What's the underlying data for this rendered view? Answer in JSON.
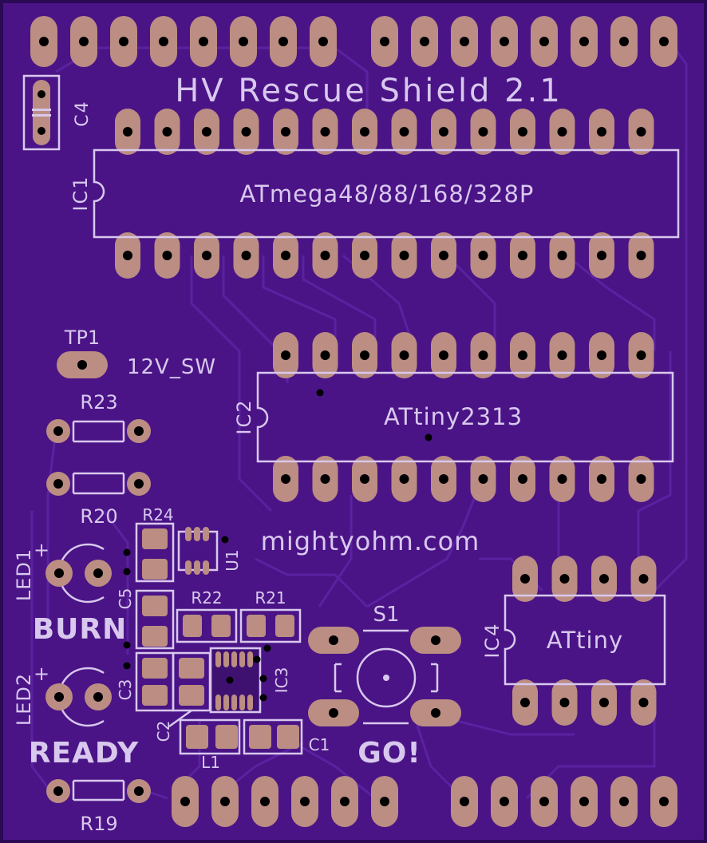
{
  "board": {
    "title": "HV Rescue Shield 2.1",
    "website": "mightyohm.com",
    "colors": {
      "board": "#4a1486",
      "board_edge": "#2a0a55",
      "silk": "#d8c8ee",
      "pad": "#bb8d83",
      "trace": "#5a22a0"
    }
  },
  "ic": {
    "ic1_ref": "IC1",
    "ic1_value": "ATmega48/88/168/328P",
    "ic2_ref": "IC2",
    "ic2_value": "ATtiny2313",
    "ic3_ref": "IC3",
    "ic4_ref": "IC4",
    "ic4_value": "ATtiny",
    "u1_ref": "U1"
  },
  "parts": {
    "c1": "C1",
    "c2": "C2",
    "c3": "C3",
    "c4": "C4",
    "c5": "C5",
    "l1": "L1",
    "r19": "R19",
    "r20": "R20",
    "r21": "R21",
    "r22": "R22",
    "r23": "R23",
    "r24": "R24",
    "s1": "S1",
    "tp1": "TP1",
    "tp1_net": "12V_SW",
    "led1": "LED1",
    "led2": "LED2",
    "plus": "+"
  },
  "labels": {
    "burn": "BURN",
    "ready": "READY",
    "go": "GO!"
  }
}
